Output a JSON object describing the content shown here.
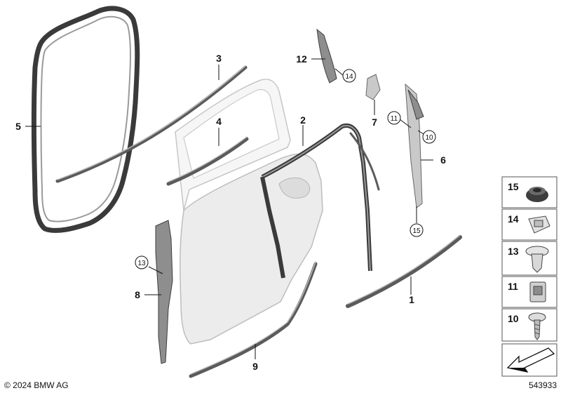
{
  "callouts": {
    "c1": "1",
    "c2": "2",
    "c3": "3",
    "c4": "4",
    "c5": "5",
    "c6": "6",
    "c7": "7",
    "c8": "8",
    "c9": "9",
    "c10": "10",
    "c11": "11",
    "c12": "12",
    "c13": "13",
    "c14": "14",
    "c15": "15"
  },
  "legend": {
    "items": [
      {
        "label": "15",
        "icon": "grommet-icon"
      },
      {
        "label": "14",
        "icon": "clip-nut-icon"
      },
      {
        "label": "13",
        "icon": "push-rivet-icon"
      },
      {
        "label": "11",
        "icon": "clip-icon"
      },
      {
        "label": "10",
        "icon": "screw-icon"
      }
    ],
    "arrow_icon": "direction-arrow-icon"
  },
  "footer": {
    "copyright": "© 2024 BMW AG",
    "diagram_number": "543933"
  }
}
